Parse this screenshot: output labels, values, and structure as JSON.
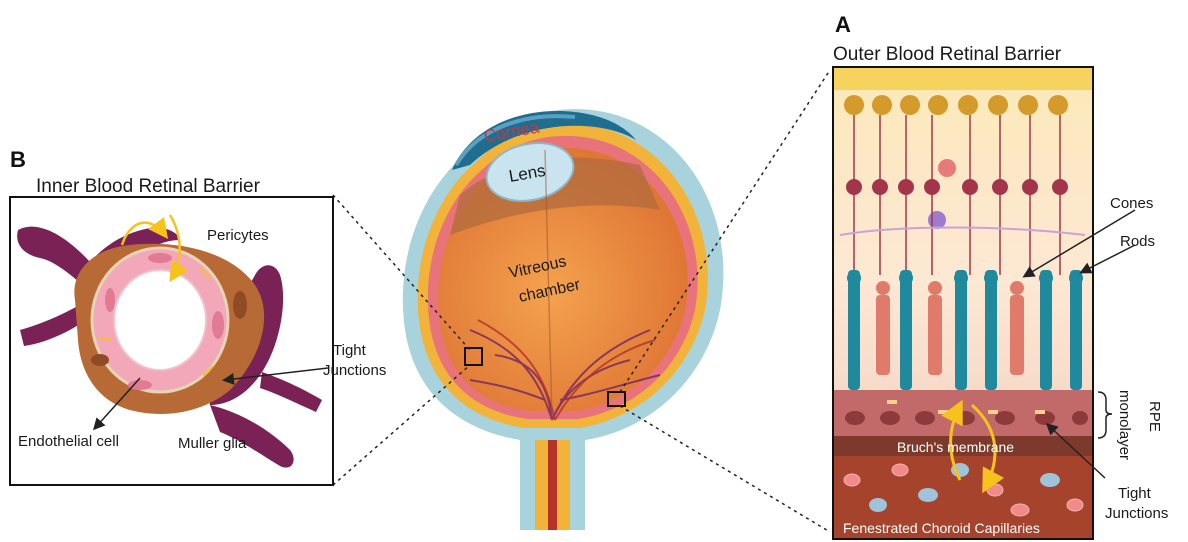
{
  "panel_a": {
    "letter": "A",
    "title": "Outer Blood Retinal Barrier",
    "labels": {
      "cones": "Cones",
      "rods": "Rods",
      "rpe_line1": "RPE",
      "rpe_line2": "monolayer",
      "bruchs": "Bruch's membrane",
      "tight1": "Tight",
      "tight2": "Junctions",
      "choroid": "Fenestrated Choroid Capillaries"
    }
  },
  "panel_b": {
    "letter": "B",
    "title": "Inner Blood Retinal Barrier",
    "labels": {
      "pericytes": "Pericytes",
      "tight1": "Tight",
      "tight2": "Junctions",
      "endothelial": "Endothelial cell",
      "muller": "Muller glia"
    }
  },
  "eye": {
    "cornea": "Cornea",
    "lens": "Lens",
    "vitreous1": "Vitreous",
    "vitreous2": "chamber"
  },
  "colors": {
    "eyeball": "#e8863c",
    "sclera": "#a9d3dc",
    "muller": "#7a2256",
    "pericyte": "#b76a35",
    "endothelium": "#f2a8b8",
    "rod": "#1f8a9e",
    "cone": "#e07a6a",
    "rpe": "#b35a5a",
    "choroid": "#9c3a28",
    "accent_arrow": "#f6c21c"
  }
}
